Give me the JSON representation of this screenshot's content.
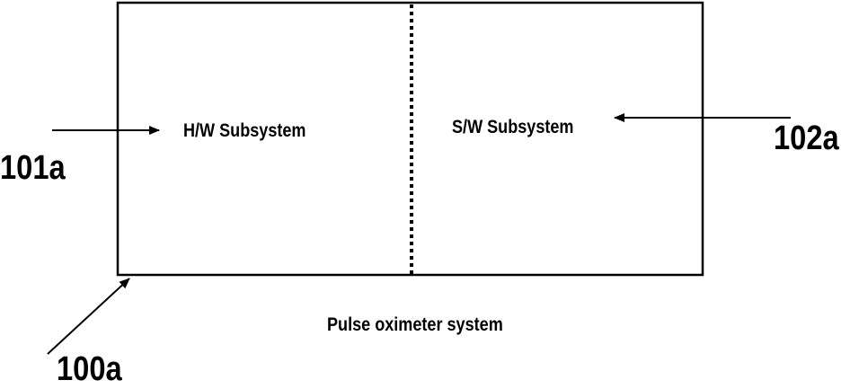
{
  "diagram": {
    "hw_subsystem": "H/W Subsystem",
    "sw_subsystem": "S/W Subsystem",
    "system_caption": "Pulse oximeter system",
    "refs": {
      "hw": "101a",
      "sw": "102a",
      "system": "100a"
    },
    "colors": {
      "stroke": "#000000",
      "background": "#ffffff"
    }
  }
}
